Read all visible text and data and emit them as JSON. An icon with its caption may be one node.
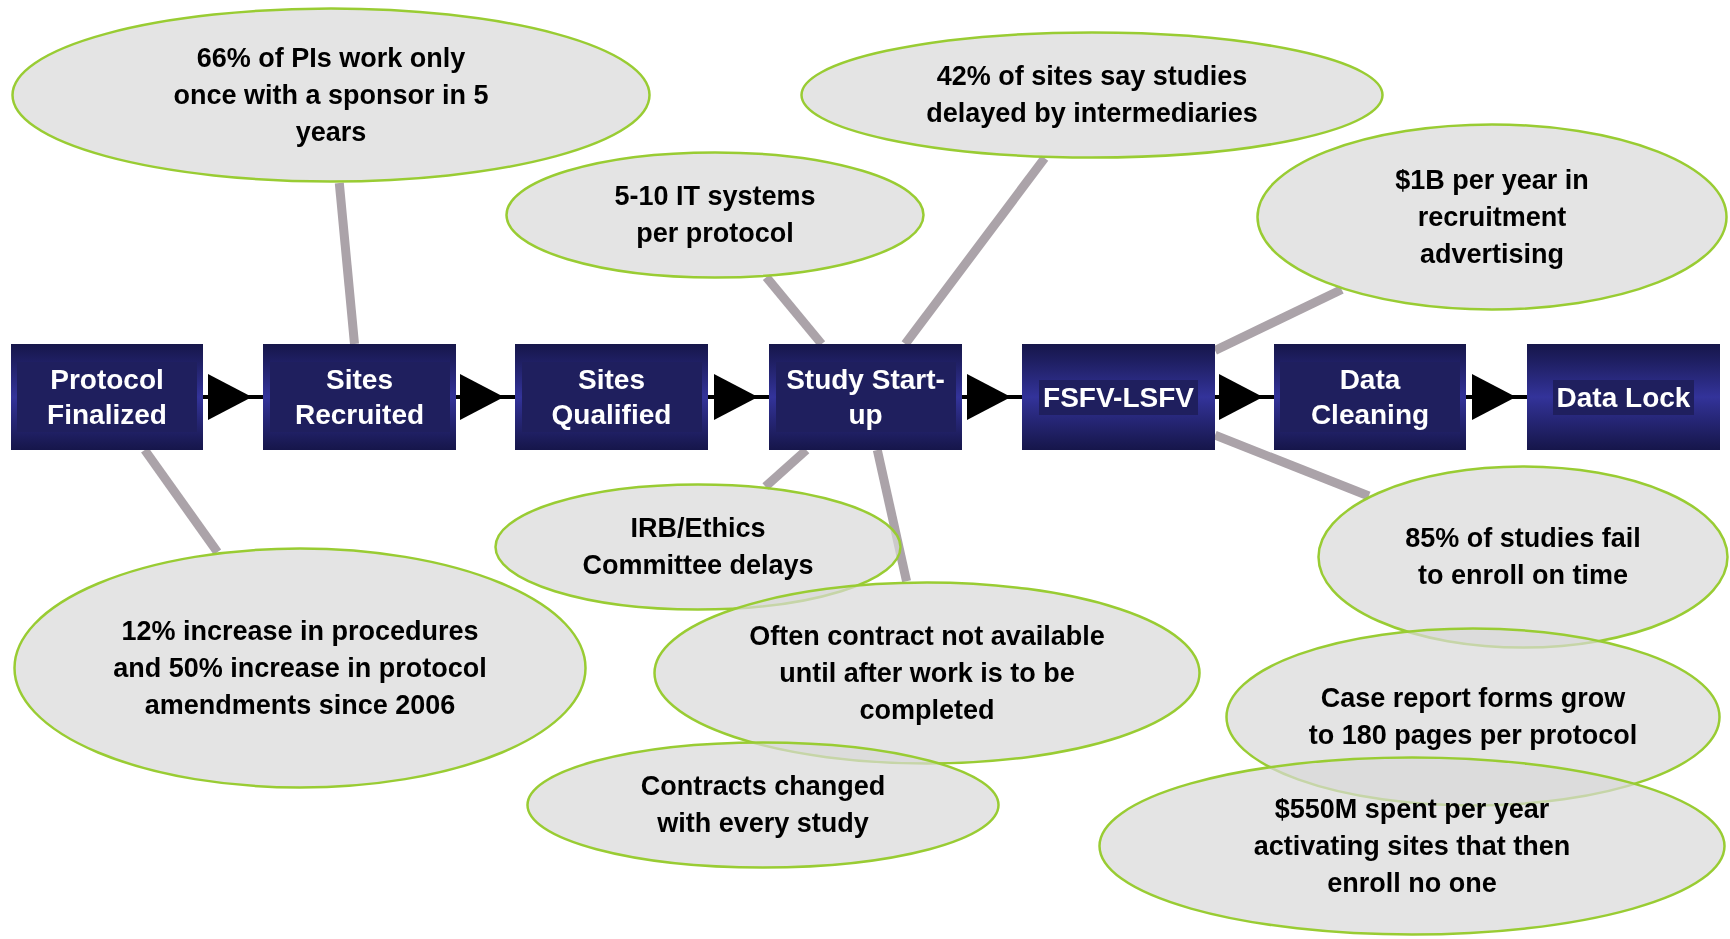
{
  "diagram": {
    "nodes": [
      {
        "text": [
          "66% of PIs work only once with a sponsor in 5 years"
        ]
      },
      {
        "text": [
          "42% of sites say studies delayed by intermediaries"
        ]
      },
      {
        "text": [
          "5-10 IT systems per protocol"
        ]
      },
      {
        "text": [
          "$1B per year in recruitment advertising"
        ]
      },
      {
        "text": [
          "Protocol Finalized"
        ]
      },
      {
        "text": [
          "Sites Recruited"
        ]
      },
      {
        "text": [
          "Sites Qualified"
        ]
      },
      {
        "text": [
          "Study Start-up"
        ]
      },
      {
        "text": [
          "FSFV-LSFV"
        ]
      },
      {
        "text": [
          "Data Cleaning"
        ]
      },
      {
        "text": [
          "Data Lock"
        ]
      },
      {
        "text": [
          "12% increase in procedures and 50% increase in protocol amendments since 2006"
        ]
      },
      {
        "text": [
          "IRB/Ethics Committee delays"
        ]
      },
      {
        "text": [
          "Often contract not available until after work is to be completed"
        ]
      },
      {
        "text": [
          "Contracts changed with every study"
        ]
      },
      {
        "text": [
          "85% of studies fail to enroll on time"
        ]
      },
      {
        "text": [
          "Case report forms grow to 180 pages per protocol"
        ]
      },
      {
        "text": [
          "$550M spent per year activating sites that then enroll no one"
        ]
      }
    ],
    "edges": [
      {
        "from": 4,
        "to": 5,
        "arrow": "to",
        "color": "#000000"
      },
      {
        "from": 5,
        "to": 6,
        "arrow": "to",
        "color": "#000000"
      },
      {
        "from": 6,
        "to": 7,
        "arrow": "to",
        "color": "#000000"
      },
      {
        "from": 7,
        "to": 8,
        "arrow": "to",
        "color": "#000000"
      },
      {
        "from": 8,
        "to": 9,
        "arrow": "to",
        "color": "#000000"
      },
      {
        "from": 9,
        "to": 10,
        "arrow": "to",
        "color": "#000000"
      },
      {
        "from": 0,
        "to": 5,
        "arrow": "none"
      },
      {
        "from": 1,
        "to": 7,
        "arrow": "none"
      },
      {
        "from": 2,
        "to": 7,
        "arrow": "none"
      },
      {
        "from": 3,
        "to": 8,
        "arrow": "none"
      },
      {
        "from": 11,
        "to": 4,
        "arrow": "none"
      },
      {
        "from": 12,
        "to": 7,
        "arrow": "none"
      },
      {
        "from": 13,
        "to": 7,
        "arrow": "none"
      },
      {
        "from": 15,
        "to": 8,
        "arrow": "none"
      }
    ]
  }
}
